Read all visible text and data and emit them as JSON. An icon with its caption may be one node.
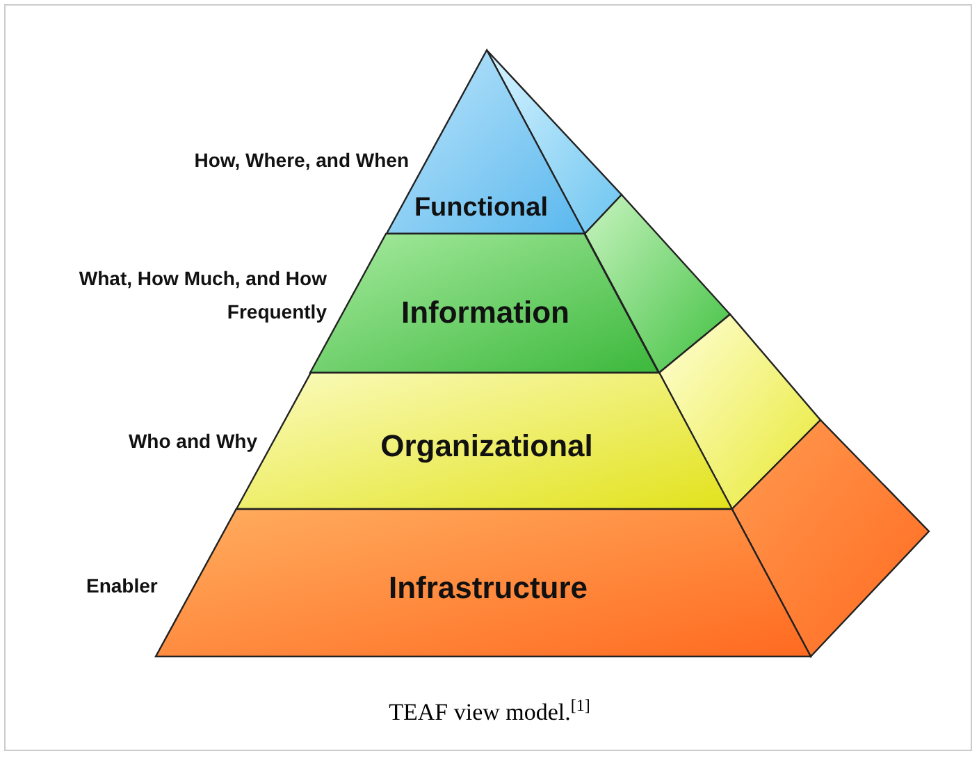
{
  "diagram": {
    "caption": "TEAF view model.$^{[1]}$",
    "nodes": [
      {
        "text": [
          "Functional"
        ],
        "beside": [
          "How, Where, and When"
        ]
      },
      {
        "text": [
          "Information"
        ],
        "beside": [
          "What, How Much, and How Frequently"
        ]
      },
      {
        "text": [
          "Organizational"
        ],
        "beside": [
          "Who and Why"
        ]
      },
      {
        "text": [
          "Infrastructure"
        ],
        "beside": [
          "Enabler"
        ]
      }
    ]
  }
}
